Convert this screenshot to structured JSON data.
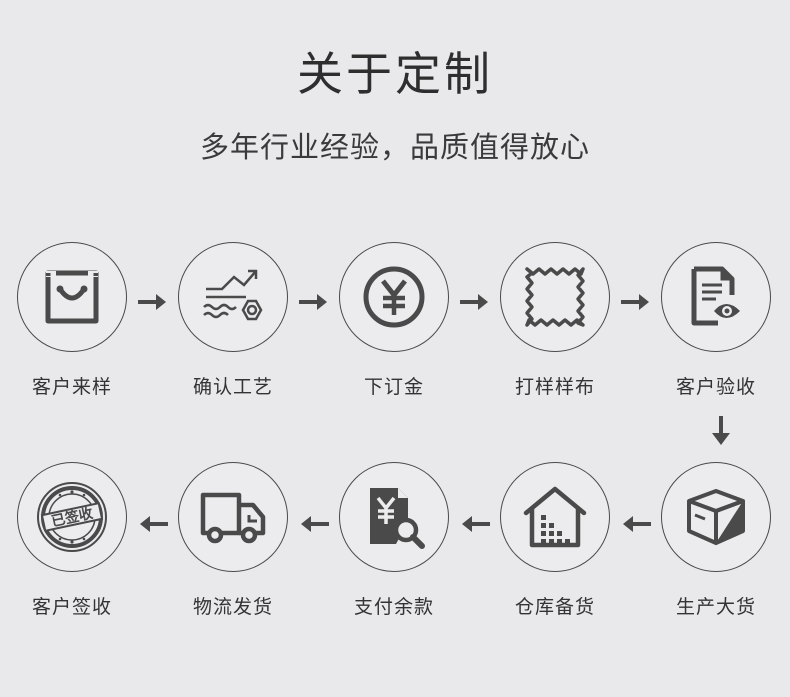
{
  "header": {
    "title": "关于定制",
    "subtitle": "多年行业经验，品质值得放心"
  },
  "steps_row1": [
    {
      "label": "客户来样",
      "icon": "shopping-bag-icon"
    },
    {
      "label": "确认工艺",
      "icon": "process-chart-gear-icon"
    },
    {
      "label": "下订金",
      "icon": "yuan-coin-icon"
    },
    {
      "label": "打样样布",
      "icon": "fabric-swatch-icon"
    },
    {
      "label": "客户验收",
      "icon": "document-eye-icon"
    }
  ],
  "steps_row2": [
    {
      "label": "客户签收",
      "icon": "signed-stamp-icon",
      "stamp_text": "已签收"
    },
    {
      "label": "物流发货",
      "icon": "delivery-truck-icon"
    },
    {
      "label": "支付余款",
      "icon": "yuan-bill-search-icon"
    },
    {
      "label": "仓库备货",
      "icon": "warehouse-icon"
    },
    {
      "label": "生产大货",
      "icon": "package-box-icon"
    }
  ],
  "colors": {
    "background": "#e9e9ec",
    "icon": "#4a4a4a",
    "text": "#333333"
  }
}
